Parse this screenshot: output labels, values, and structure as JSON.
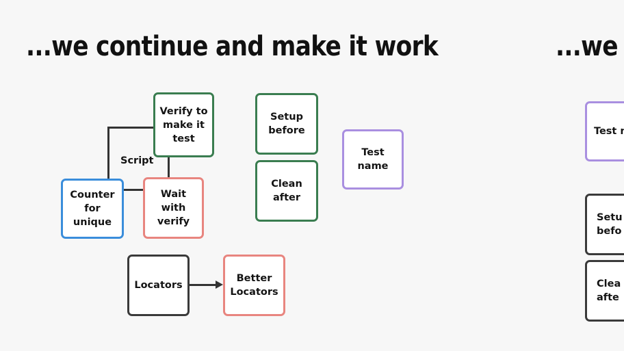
{
  "slide": {
    "background_color": "#f7f7f7",
    "titles": {
      "left": "...we continue and make it work",
      "right": "...we c"
    }
  },
  "palette": {
    "blue": "#3a8ddb",
    "red": "#e8857f",
    "green": "#3a7d50",
    "purple": "#a98fe0",
    "black": "#3a3a3a",
    "connector": "#333333",
    "text": "#141414"
  },
  "left_panel": {
    "nodes": [
      {
        "id": "counter",
        "label": "Counter\nfor unique",
        "color": "blue"
      },
      {
        "id": "verify",
        "label": "Verify to\nmake it\ntest",
        "color": "green"
      },
      {
        "id": "wait",
        "label": "Wait\nwith\nverify",
        "color": "red"
      },
      {
        "id": "setup-before",
        "label": "Setup\nbefore",
        "color": "green"
      },
      {
        "id": "clean-after",
        "label": "Clean\nafter",
        "color": "green"
      },
      {
        "id": "test-name",
        "label": "Test name",
        "color": "purple"
      },
      {
        "id": "locators",
        "label": "Locators",
        "color": "black"
      },
      {
        "id": "better-locators",
        "label": "Better\nLocators",
        "color": "red"
      }
    ],
    "free_labels": [
      {
        "id": "script",
        "label": "Script"
      }
    ],
    "edges": [
      {
        "from": "verify",
        "to": "counter",
        "style": "elbow",
        "arrow": false
      },
      {
        "from": "verify",
        "to": "wait",
        "style": "straight",
        "arrow": false
      },
      {
        "from": "counter",
        "to": "wait",
        "style": "straight",
        "arrow": false
      },
      {
        "from": "locators",
        "to": "better-locators",
        "style": "straight",
        "arrow": true
      }
    ]
  },
  "right_panel": {
    "nodes": [
      {
        "id": "r-test-name",
        "label": "Test na",
        "color": "purple"
      },
      {
        "id": "r-setup-before",
        "label": "Setu\nbefo",
        "color": "black"
      },
      {
        "id": "r-clean-after",
        "label": "Clea\nafte",
        "color": "black"
      }
    ]
  }
}
